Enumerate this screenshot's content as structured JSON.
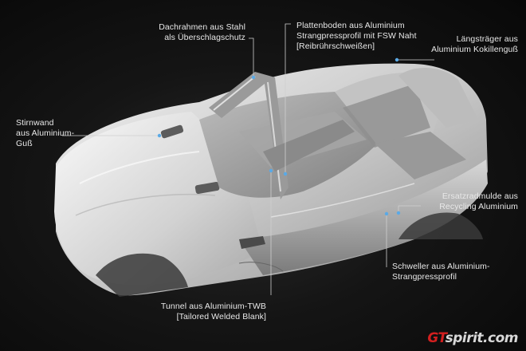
{
  "labels": {
    "dachrahmen": [
      "Dachrahmen aus Stahl",
      "als Überschlagschutz"
    ],
    "plattenboden": [
      "Plattenboden aus Aluminium",
      "Strangpressprofil mit FSW Naht",
      "[Reibrührschweißen]"
    ],
    "laengstraeger": [
      "Längsträger aus",
      "Aluminium Kokillenguß"
    ],
    "stirnwand": [
      "Stirnwand",
      "aus Aluminium-",
      "Guß"
    ],
    "ersatzradmulde": [
      "Ersatzradmulde aus",
      "Recycling Aluminium"
    ],
    "schweller": [
      "Schweller aus Aluminium-",
      "Strangpressprofil"
    ],
    "tunnel": [
      "Tunnel aus Aluminium-TWB",
      "[Tailored Welded Blank]"
    ]
  },
  "watermark": {
    "prefix": "GT",
    "rest": "spirit.com"
  },
  "colors": {
    "background": "#151515",
    "text": "#e8e8e8",
    "leader": "#cfcfcf",
    "watermark_accent": "#d21f1f"
  }
}
